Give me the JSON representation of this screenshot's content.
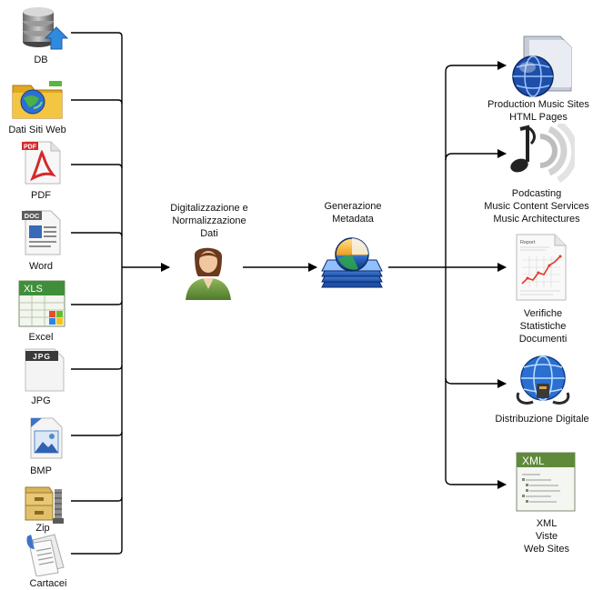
{
  "sources": [
    {
      "label": "DB",
      "icon": "database-upload-icon"
    },
    {
      "label": "Dati Siti Web",
      "icon": "web-folder-globe-icon"
    },
    {
      "label": "PDF",
      "icon": "pdf-document-icon"
    },
    {
      "label": "Word",
      "icon": "doc-document-icon"
    },
    {
      "label": "Excel",
      "icon": "xls-spreadsheet-icon"
    },
    {
      "label": "JPG",
      "icon": "jpg-image-icon"
    },
    {
      "label": "BMP",
      "icon": "bmp-image-icon"
    },
    {
      "label": "Zip",
      "icon": "zip-archive-icon"
    },
    {
      "label": "Cartacei",
      "icon": "paper-documents-icon"
    }
  ],
  "process": {
    "digitization": {
      "lines": [
        "Digitalizzazione e",
        "Normalizzazione",
        "Dati"
      ],
      "icon": "person-operator-icon"
    },
    "metadata": {
      "lines": [
        "Generazione",
        "Metadata"
      ],
      "icon": "metadata-stack-icon"
    }
  },
  "outputs": [
    {
      "lines": [
        "Production Music Sites",
        "HTML Pages"
      ],
      "icon": "globe-folder-icon"
    },
    {
      "lines": [
        "Podcasting",
        "Music Content Services",
        "Music Architectures"
      ],
      "icon": "music-note-speaker-icon"
    },
    {
      "lines": [
        "Verifiche",
        "Statistiche",
        "Documenti"
      ],
      "icon": "report-chart-icon"
    },
    {
      "lines": [
        "Distribuzione Digitale"
      ],
      "icon": "network-globe-icon"
    },
    {
      "lines": [
        "XML",
        "Viste",
        "Web Sites"
      ],
      "icon": "xml-document-icon"
    }
  ],
  "badges": {
    "pdf": "PDF",
    "doc": "DOC",
    "xls": "XLS",
    "jpg": "JPG",
    "xml": "XML",
    "report": "Report"
  },
  "colors": {
    "wire": "#000000",
    "pdf_red": "#d42a2a",
    "excel_green": "#3f8f3a",
    "globe_blue": "#1e4fa8"
  }
}
